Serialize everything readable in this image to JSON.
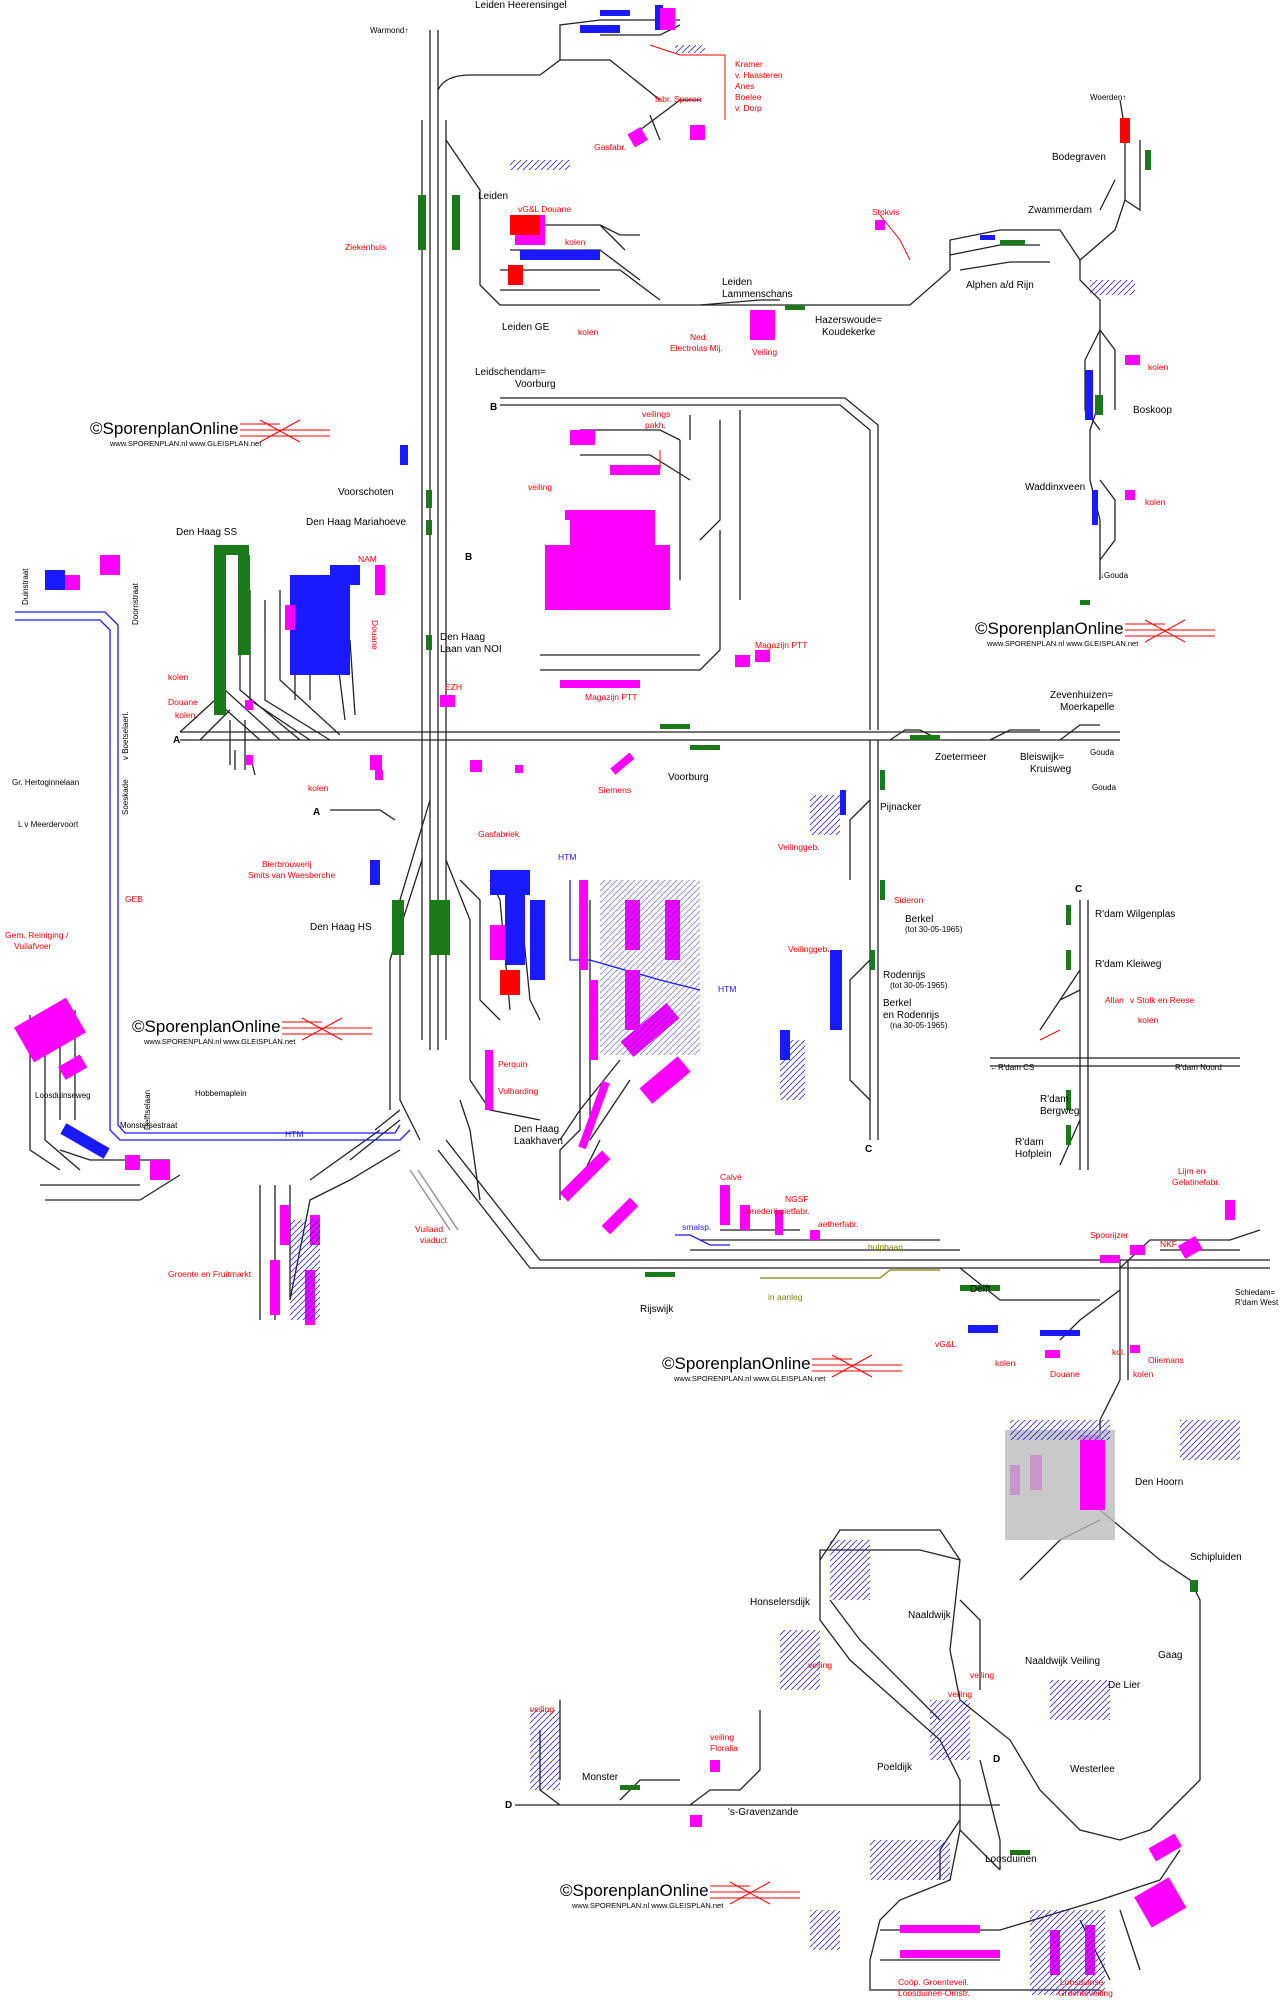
{
  "colors": {
    "track": "#222222",
    "industry": "#ff00ff",
    "platform_green": "#1a7a1a",
    "platform_blue": "#1a1aff",
    "industry_label": "#ff0000",
    "tram": "#1a1aff",
    "narrow_gauge": "#808000",
    "water_hatch": "#1a1aff"
  },
  "stations": [
    {
      "id": "warmond",
      "label": "Warmond↑"
    },
    {
      "id": "leiden-heerensingel",
      "label": "Leiden Heerensingel"
    },
    {
      "id": "leiden",
      "label": "Leiden"
    },
    {
      "id": "leiden-ge",
      "label": "Leiden GE"
    },
    {
      "id": "leiden-lammenschans-1",
      "label": "Leiden"
    },
    {
      "id": "leiden-lammenschans-2",
      "label": "Lammenschans"
    },
    {
      "id": "hazerswoude-1",
      "label": "Hazerswoude="
    },
    {
      "id": "hazerswoude-2",
      "label": "Koudekerke"
    },
    {
      "id": "alphen",
      "label": "Alphen a/d Rijn"
    },
    {
      "id": "zwammerdam",
      "label": "Zwammerdam"
    },
    {
      "id": "bodegraven",
      "label": "Bodegraven"
    },
    {
      "id": "woerden",
      "label": "Woerden↑"
    },
    {
      "id": "boskoop",
      "label": "Boskoop"
    },
    {
      "id": "waddinxveen",
      "label": "Waddinxveen"
    },
    {
      "id": "gouda",
      "label": "↓Gouda"
    },
    {
      "id": "leidschendam-1",
      "label": "Leidschendam="
    },
    {
      "id": "leidschendam-2",
      "label": "Voorburg"
    },
    {
      "id": "voorschoten",
      "label": "Voorschoten"
    },
    {
      "id": "mariahoeve",
      "label": "Den Haag Mariahoeve"
    },
    {
      "id": "den-haag-ss",
      "label": "Den Haag SS"
    },
    {
      "id": "laan-van-noi-1",
      "label": "Den Haag"
    },
    {
      "id": "laan-van-noi-2",
      "label": "Laan van NOI"
    },
    {
      "id": "voorburg",
      "label": "Voorburg"
    },
    {
      "id": "zoetermeer",
      "label": "Zoetermeer"
    },
    {
      "id": "bleiswijk-1",
      "label": "Bleiswijk="
    },
    {
      "id": "bleiswijk-2",
      "label": "Kruisweg"
    },
    {
      "id": "zevenhuizen-1",
      "label": "Zevenhuizen="
    },
    {
      "id": "zevenhuizen-2",
      "label": "Moerkapelle"
    },
    {
      "id": "gouda-2",
      "label": "Gouda"
    },
    {
      "id": "pijnacker",
      "label": "Pijnacker"
    },
    {
      "id": "berkel-1",
      "label": "Berkel"
    },
    {
      "id": "berkel-2",
      "label": "(tot 30-05-1965)"
    },
    {
      "id": "rodenrijs-1",
      "label": "Rodenrijs"
    },
    {
      "id": "rodenrijs-2",
      "label": "(tot 30-05-1965)"
    },
    {
      "id": "berkel-rodenrijs-1",
      "label": "Berkel"
    },
    {
      "id": "berkel-rodenrijs-2",
      "label": "en Rodenrijs"
    },
    {
      "id": "berkel-rodenrijs-3",
      "label": "(na 30-05-1965)"
    },
    {
      "id": "wilgenplas",
      "label": "R'dam Wilgenplas"
    },
    {
      "id": "kleiweg",
      "label": "R'dam Kleiweg"
    },
    {
      "id": "rdam-cs",
      "label": "←R'dam CS"
    },
    {
      "id": "rdam-noord",
      "label": "R'dam Noord"
    },
    {
      "id": "bergweg-1",
      "label": "R'dam"
    },
    {
      "id": "bergweg-2",
      "label": "Bergweg"
    },
    {
      "id": "hofplein-1",
      "label": "R'dam"
    },
    {
      "id": "hofplein-2",
      "label": "Hofplein"
    },
    {
      "id": "den-haag-hs",
      "label": "Den Haag HS"
    },
    {
      "id": "laakhaven-1",
      "label": "Den Haag"
    },
    {
      "id": "laakhaven-2",
      "label": "Laakhaven"
    },
    {
      "id": "rijswijk",
      "label": "Rijswijk"
    },
    {
      "id": "delft",
      "label": "Delft"
    },
    {
      "id": "schiedam-1",
      "label": "Schiedam="
    },
    {
      "id": "schiedam-2",
      "label": "R'dam West"
    },
    {
      "id": "den-hoorn",
      "label": "Den Hoorn"
    },
    {
      "id": "schipluiden",
      "label": "Schipluiden"
    },
    {
      "id": "honselersdijk",
      "label": "Honselersdijk"
    },
    {
      "id": "naaldwijk",
      "label": "Naaldwijk"
    },
    {
      "id": "naaldwijk-veiling",
      "label": "Naaldwijk Veiling"
    },
    {
      "id": "de-lier",
      "label": "De Lier"
    },
    {
      "id": "gaag",
      "label": "Gaag"
    },
    {
      "id": "westerlee",
      "label": "Westerlee"
    },
    {
      "id": "poeldijk",
      "label": "Poeldijk"
    },
    {
      "id": "monster",
      "label": "Monster"
    },
    {
      "id": "gravenzande",
      "label": "'s-Gravenzande"
    },
    {
      "id": "loosduinen",
      "label": "Loosduinen"
    },
    {
      "id": "loosduinseweg",
      "label": "Loosduinseweg"
    },
    {
      "id": "hobbemaplein",
      "label": "Hobbemaplein"
    },
    {
      "id": "monstersestraat",
      "label": "Monstersestraat"
    }
  ],
  "streets": [
    {
      "id": "duinstraat",
      "label": "Duinstraat"
    },
    {
      "id": "doornstraat",
      "label": "Doornstraat"
    },
    {
      "id": "boetselaerl",
      "label": "v Boetselaerl."
    },
    {
      "id": "hertoginnelaan",
      "label": "Gr. Hertoginnelaan"
    },
    {
      "id": "meerdervoort",
      "label": "L v Meerdervoort"
    },
    {
      "id": "soeskade",
      "label": "Soeskade"
    },
    {
      "id": "delftselaan",
      "label": "Delftselaan"
    }
  ],
  "industries": [
    {
      "id": "kramer",
      "label": "Kramer"
    },
    {
      "id": "haasteren",
      "label": "v. Haasteren"
    },
    {
      "id": "anes",
      "label": "Anes"
    },
    {
      "id": "boelee",
      "label": "Boelee"
    },
    {
      "id": "dorp",
      "label": "v. Dorp"
    },
    {
      "id": "fabr-sporen",
      "label": "fabr. Sporen"
    },
    {
      "id": "gasfabr",
      "label": "Gasfabr."
    },
    {
      "id": "vgsl-douane",
      "label": "vG&L  Douane"
    },
    {
      "id": "kolen-leiden",
      "label": "kolen"
    },
    {
      "id": "ziekenhuis",
      "label": "Ziekenhuis"
    },
    {
      "id": "kolen-leiden-ge",
      "label": "kolen"
    },
    {
      "id": "electrolas-1",
      "label": "Ned."
    },
    {
      "id": "electrolas-2",
      "label": "Electrolas Mij."
    },
    {
      "id": "veiling-hazerswoude",
      "label": "Veiling"
    },
    {
      "id": "stokvis",
      "label": "Stokvis"
    },
    {
      "id": "kolen-boskoop",
      "label": "kolen"
    },
    {
      "id": "kolen-waddinxveen",
      "label": "kolen"
    },
    {
      "id": "veilings-pakh-1",
      "label": "veilings"
    },
    {
      "id": "veilings-pakh-2",
      "label": "pakh."
    },
    {
      "id": "veiling-ldam",
      "label": "veiling"
    },
    {
      "id": "magazijn-ptt-1",
      "label": "Magazijn PTT"
    },
    {
      "id": "magazijn-ptt-2",
      "label": "Magazijn PTT"
    },
    {
      "id": "nam",
      "label": "NAM"
    },
    {
      "id": "douane-dh",
      "label": "Douane"
    },
    {
      "id": "ezh",
      "label": "EZH"
    },
    {
      "id": "kolen-dh1",
      "label": "kolen"
    },
    {
      "id": "douane-dh2",
      "label": "Douane"
    },
    {
      "id": "kolen-dh3",
      "label": "kolen"
    },
    {
      "id": "kolen-dh4",
      "label": "kolen"
    },
    {
      "id": "siemens",
      "label": "Siemens"
    },
    {
      "id": "gasfabriek",
      "label": "Gasfabriek"
    },
    {
      "id": "bierbrouwerij-1",
      "label": "Bierbrouwerij"
    },
    {
      "id": "bierbrouwerij-2",
      "label": "Smits van Waesberche"
    },
    {
      "id": "veilinggeb-1",
      "label": "Veilinggeb."
    },
    {
      "id": "veilinggeb-2",
      "label": "Veilinggeb."
    },
    {
      "id": "sideron",
      "label": "Sideron"
    },
    {
      "id": "allan",
      "label": "Allan"
    },
    {
      "id": "stolk-reese",
      "label": "v Stolk en Reese"
    },
    {
      "id": "kolen-rdam",
      "label": "kolen"
    },
    {
      "id": "gem-reiniging-1",
      "label": "Gem. Reiniging /"
    },
    {
      "id": "gem-reiniging-2",
      "label": "Vuilafvoer"
    },
    {
      "id": "geb",
      "label": "GEB"
    },
    {
      "id": "perquin",
      "label": "Perquin"
    },
    {
      "id": "volharding",
      "label": "Volharding"
    },
    {
      "id": "groente-fruitmarkt",
      "label": "Groente en Fruitmarkt"
    },
    {
      "id": "vuilaad-1",
      "label": "Vuilaad"
    },
    {
      "id": "vuilaad-2",
      "label": "viaduct"
    },
    {
      "id": "calve",
      "label": "Calvé"
    },
    {
      "id": "ngsf",
      "label": "NGSF"
    },
    {
      "id": "smederij",
      "label": "smederij  gietfabr."
    },
    {
      "id": "aetherfabr",
      "label": "aetherfabr."
    },
    {
      "id": "lijm-1",
      "label": "Lijm en"
    },
    {
      "id": "lijm-2",
      "label": "Gelatinefabr."
    },
    {
      "id": "spoorijzer",
      "label": "Spoorijzer"
    },
    {
      "id": "nkf",
      "label": "NKF"
    },
    {
      "id": "vgsl-delft",
      "label": "vG&L"
    },
    {
      "id": "kolen-delft",
      "label": "kolen"
    },
    {
      "id": "douane-delft",
      "label": "Douane"
    },
    {
      "id": "kol-delft",
      "label": "kol."
    },
    {
      "id": "oliemans",
      "label": "Oliemans"
    },
    {
      "id": "kolen-delft2",
      "label": "kolen"
    },
    {
      "id": "veiling-hons",
      "label": "veiling"
    },
    {
      "id": "veiling-naald",
      "label": "veiling"
    },
    {
      "id": "veiling-poel",
      "label": "veiling"
    },
    {
      "id": "veiling-monster",
      "label": "veiling"
    },
    {
      "id": "floralia-1",
      "label": "veiling"
    },
    {
      "id": "floralia-2",
      "label": "Floralia"
    },
    {
      "id": "coop-1",
      "label": "Coöp. Groenteveil."
    },
    {
      "id": "coop-2",
      "label": "Loosduinen-Omstr."
    },
    {
      "id": "loosduinse-1",
      "label": "Loosduinse"
    },
    {
      "id": "loosduinse-2",
      "label": "Groenteveiling"
    }
  ],
  "other_labels": [
    {
      "id": "tram-htm-1",
      "label": "HTM"
    },
    {
      "id": "tram-htm-2",
      "label": "HTM"
    },
    {
      "id": "tram-htm-3",
      "label": "HTM"
    },
    {
      "id": "smalsp",
      "label": "smalsp."
    },
    {
      "id": "hulpbaan",
      "label": "hulpbaan"
    },
    {
      "id": "in-aanleg",
      "label": "in aanleg"
    }
  ],
  "junction_markers": [
    {
      "id": "marker-a-1",
      "label": "A"
    },
    {
      "id": "marker-a-2",
      "label": "A"
    },
    {
      "id": "marker-b-1",
      "label": "B"
    },
    {
      "id": "marker-b-2",
      "label": "B"
    },
    {
      "id": "marker-c-1",
      "label": "C"
    },
    {
      "id": "marker-c-2",
      "label": "C"
    },
    {
      "id": "marker-d-1",
      "label": "D"
    },
    {
      "id": "marker-d-2",
      "label": "D"
    }
  ],
  "gouda_arrow": "Gouda",
  "logos": [
    {
      "id": "logo-1",
      "title": "©SporenplanOnline",
      "urls": "www.SPORENPLAN.nl    www.GLEISPLAN.net"
    },
    {
      "id": "logo-2",
      "title": "©SporenplanOnline",
      "urls": "www.SPORENPLAN.nl    www.GLEISPLAN.net"
    },
    {
      "id": "logo-3",
      "title": "©SporenplanOnline",
      "urls": "www.SPORENPLAN.nl    www.GLEISPLAN.net"
    },
    {
      "id": "logo-4",
      "title": "©SporenplanOnline",
      "urls": "www.SPORENPLAN.nl    www.GLEISPLAN.net"
    },
    {
      "id": "logo-5",
      "title": "©SporenplanOnline",
      "urls": "www.SPORENPLAN.nl    www.GLEISPLAN.net"
    }
  ]
}
